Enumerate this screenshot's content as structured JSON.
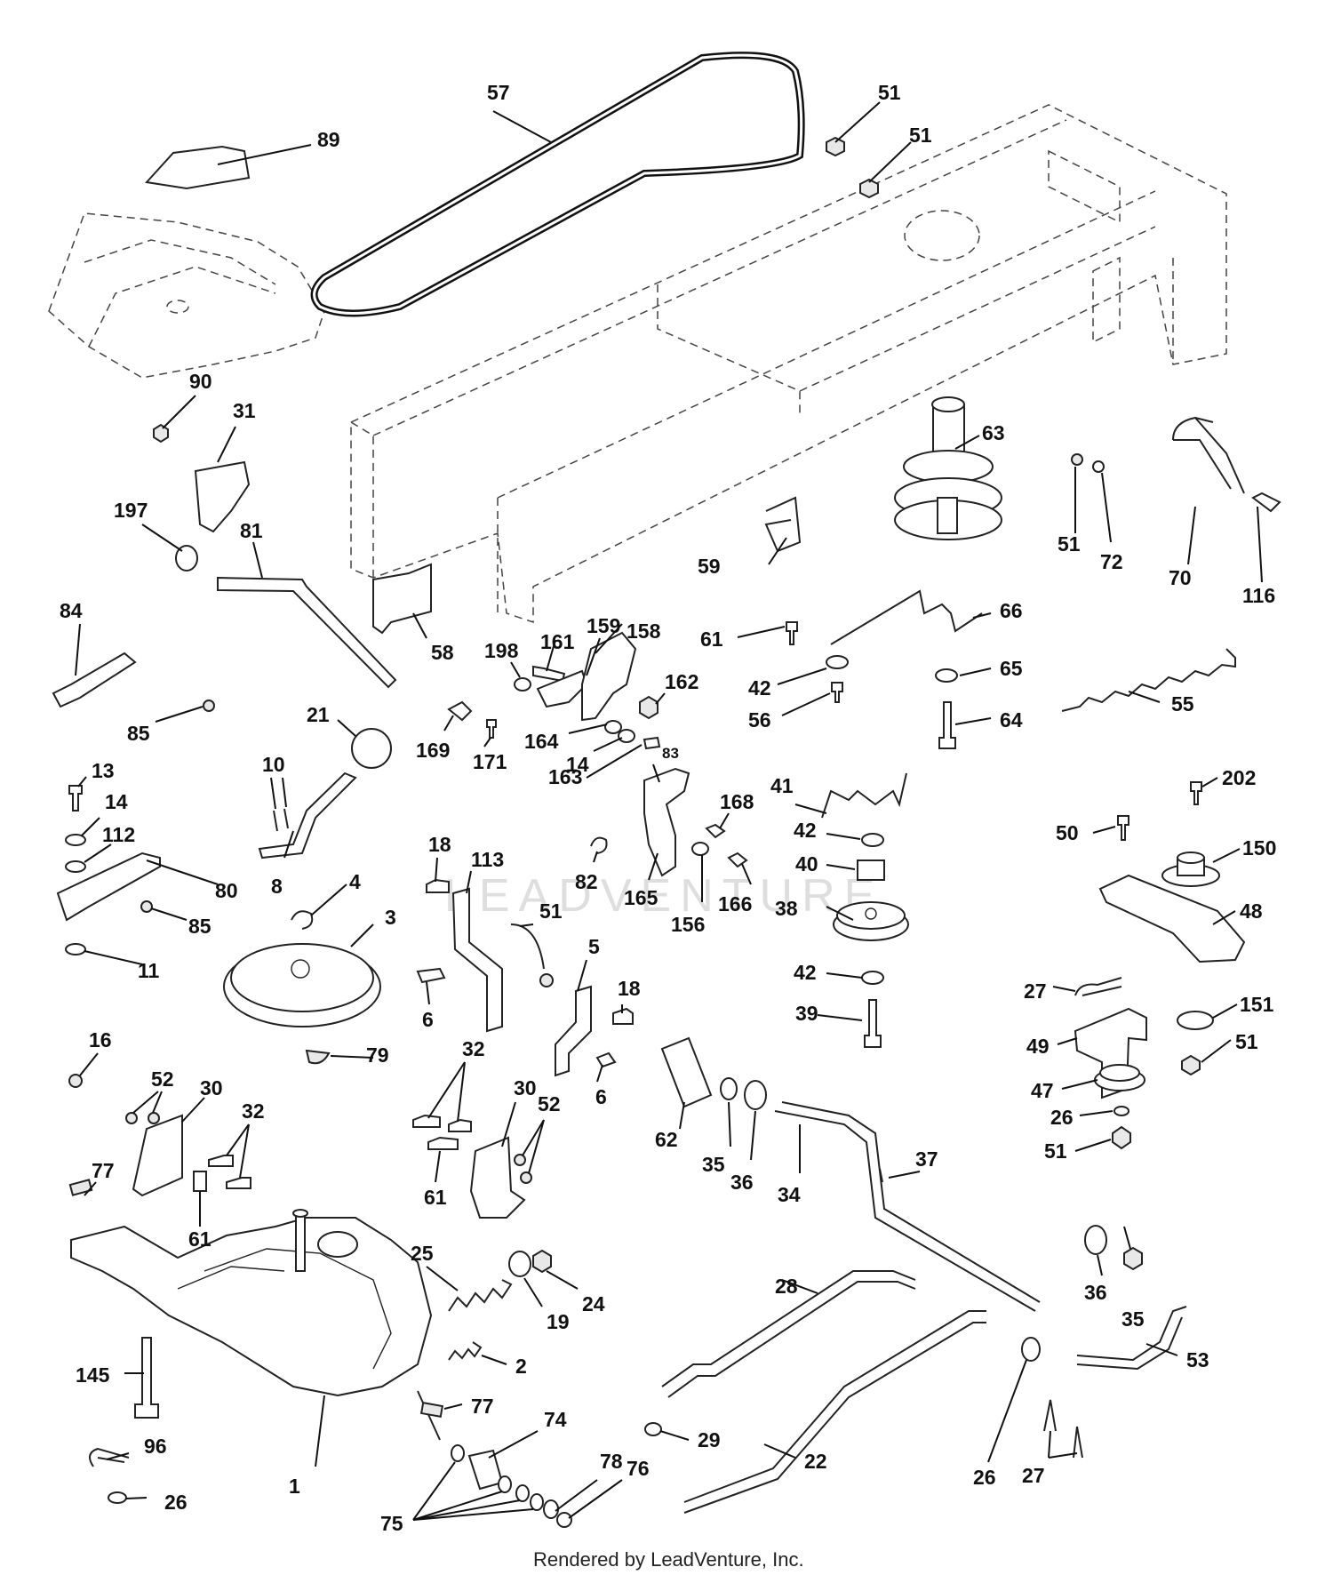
{
  "footer": "Rendered by LeadVenture, Inc.",
  "watermark": "LEADVENTURE",
  "callouts": {
    "c1": "1",
    "c2": "2",
    "c3": "3",
    "c4": "4",
    "c5": "5",
    "c6a": "6",
    "c6b": "6",
    "c8": "8",
    "c10": "10",
    "c11": "11",
    "c13": "13",
    "c14a": "14",
    "c14b": "14",
    "c16": "16",
    "c18a": "18",
    "c18b": "18",
    "c19": "19",
    "c21": "21",
    "c22": "22",
    "c24": "24",
    "c25": "25",
    "c26a": "26",
    "c26b": "26",
    "c26c": "26",
    "c27a": "27",
    "c27b": "27",
    "c28": "28",
    "c29": "29",
    "c30a": "30",
    "c30b": "30",
    "c31": "31",
    "c32a": "32",
    "c32b": "32",
    "c34": "34",
    "c35a": "35",
    "c35b": "35",
    "c36a": "36",
    "c36b": "36",
    "c37": "37",
    "c38": "38",
    "c39": "39",
    "c40": "40",
    "c41": "41",
    "c42a": "42",
    "c42b": "42",
    "c42c": "42",
    "c47": "47",
    "c48": "48",
    "c49": "49",
    "c50": "50",
    "c51a": "51",
    "c51b": "51",
    "c51c": "51",
    "c51d": "51",
    "c51e": "51",
    "c51f": "51",
    "c52a": "52",
    "c52b": "52",
    "c53": "53",
    "c55": "55",
    "c56": "56",
    "c57": "57",
    "c58": "58",
    "c59": "59",
    "c61a": "61",
    "c61b": "61",
    "c61c": "61",
    "c62": "62",
    "c63": "63",
    "c64": "64",
    "c65": "65",
    "c66": "66",
    "c70": "70",
    "c72": "72",
    "c74": "74",
    "c75": "75",
    "c76": "76",
    "c77a": "77",
    "c77b": "77",
    "c78": "78",
    "c79": "79",
    "c80": "80",
    "c81": "81",
    "c82": "82",
    "c83": "83",
    "c84": "84",
    "c85a": "85",
    "c85b": "85",
    "c89": "89",
    "c90": "90",
    "c96": "96",
    "c112": "112",
    "c113": "113",
    "c116": "116",
    "c145": "145",
    "c150": "150",
    "c151": "151",
    "c156": "156",
    "c158": "158",
    "c159": "159",
    "c161": "161",
    "c162": "162",
    "c163": "163",
    "c164": "164",
    "c165": "165",
    "c166": "166",
    "c168": "168",
    "c169": "169",
    "c171": "171",
    "c197": "197",
    "c198": "198",
    "c202": "202"
  }
}
